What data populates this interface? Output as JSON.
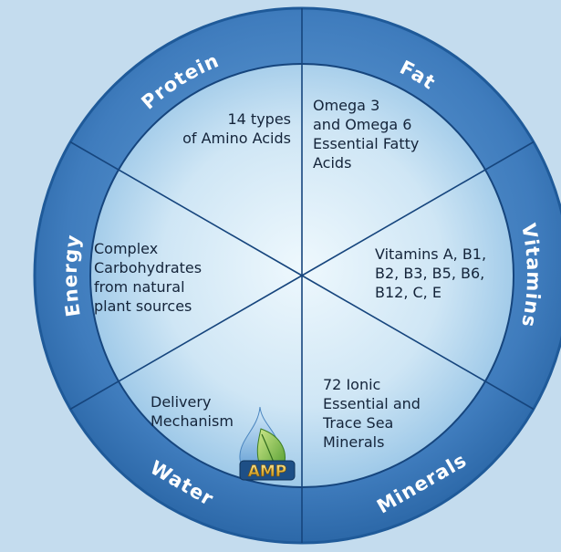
{
  "colors": {
    "page_background": "#c4dcee",
    "outer_ring": "#3f7cbd",
    "outer_ring_edge": "#1f5a99",
    "inner_center": "#e8f4fb",
    "inner_edge": "#8fbde0",
    "divider": "#16457d",
    "text": "#14243a",
    "ring_label": "#ffffff"
  },
  "segments": [
    {
      "id": "protein",
      "ring_label": "Protein",
      "content": "14 types\nof Amino Acids",
      "align": "right"
    },
    {
      "id": "fat",
      "ring_label": "Fat",
      "content": "Omega 3\nand Omega 6\nEssential Fatty\nAcids",
      "align": "left"
    },
    {
      "id": "vitamins",
      "ring_label": "Vitamins",
      "content": "Vitamins A, B1,\nB2, B3, B5, B6,\nB12, C, E",
      "align": "left"
    },
    {
      "id": "minerals",
      "ring_label": "Minerals",
      "content": "72 Ionic\nEssential and\nTrace Sea\nMinerals",
      "align": "left"
    },
    {
      "id": "water",
      "ring_label": "Water",
      "content": "Delivery\nMechanism",
      "align": "left"
    },
    {
      "id": "energy",
      "ring_label": "Energy",
      "content": "Complex\nCarbohydrates\nfrom natural\nplant sources",
      "align": "left"
    }
  ],
  "logo": {
    "text": "AMP",
    "icon": "water-leaf-drop-icon"
  }
}
